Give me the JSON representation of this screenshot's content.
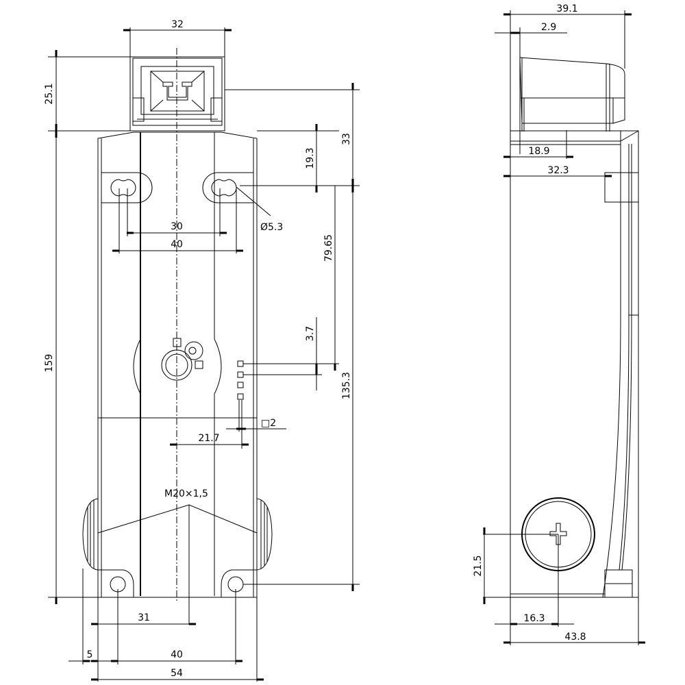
{
  "drawing": {
    "views": [
      "front-view",
      "side-view"
    ],
    "colors": {
      "line": "#000000",
      "background": "#ffffff"
    }
  },
  "front_view": {
    "dims": {
      "top_width": "32",
      "actuator_height": "25.1",
      "total_height": "159",
      "slot_offset": "19.3",
      "head_to_slot": "33",
      "slot_spacing_inner": "30",
      "slot_spacing_outer": "40",
      "slot_diameter": "Ø5.3",
      "slot_to_led": "79.65",
      "led_pitch": "3.7",
      "slot_to_bottom_hole": "135.3",
      "led_offset": "21.7",
      "led_size": "□2",
      "thread": "M20×1,5",
      "gland_offset": "31",
      "edge_offset": "5",
      "bottom_hole_spacing": "40",
      "base_width": "54"
    }
  },
  "side_view": {
    "dims": {
      "total_depth": "39.1",
      "actuator_offset": "2.9",
      "slot_depth_1": "18.9",
      "slot_depth_2": "32.3",
      "gland_height": "21.5",
      "gland_offset": "16.3",
      "base_depth": "43.8"
    }
  }
}
